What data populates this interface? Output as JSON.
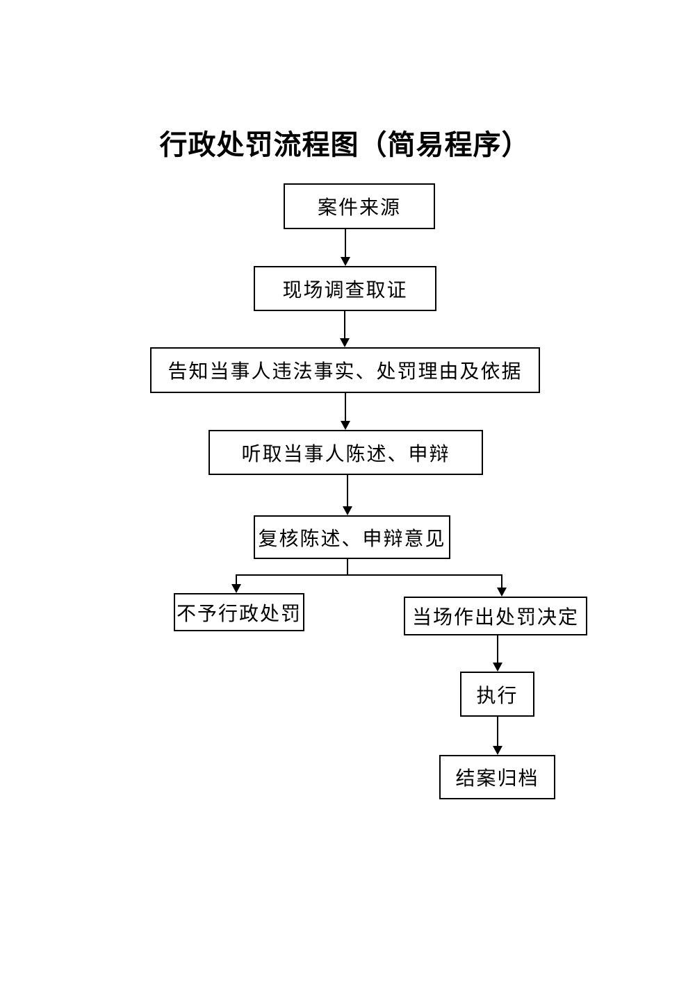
{
  "page": {
    "title": "行政处罚流程图（简易程序）"
  },
  "flowchart": {
    "type": "flowchart",
    "nodes": [
      {
        "id": "case-source",
        "label": "案件来源"
      },
      {
        "id": "onsite",
        "label": "现场调查取证"
      },
      {
        "id": "inform",
        "label": "告知当事人违法事实、处罚理由及依据"
      },
      {
        "id": "hear",
        "label": "听取当事人陈述、申辩"
      },
      {
        "id": "review",
        "label": "复核陈述、申辩意见"
      },
      {
        "id": "no-penalty",
        "label": "不予行政处罚"
      },
      {
        "id": "onspot-decision",
        "label": "当场作出处罚决定"
      },
      {
        "id": "execution",
        "label": "执行"
      },
      {
        "id": "case-closure",
        "label": "结案归档"
      }
    ],
    "edges": [
      {
        "from": "case-source",
        "to": "onsite"
      },
      {
        "from": "onsite",
        "to": "inform"
      },
      {
        "from": "inform",
        "to": "hear"
      },
      {
        "from": "hear",
        "to": "review"
      },
      {
        "from": "review",
        "to": "no-penalty"
      },
      {
        "from": "review",
        "to": "onspot-decision"
      },
      {
        "from": "onspot-decision",
        "to": "execution"
      },
      {
        "from": "execution",
        "to": "case-closure"
      }
    ]
  },
  "colors": {
    "background": "#ffffff",
    "line": "#000000",
    "text": "#000000",
    "node_fill": "#ffffff"
  }
}
